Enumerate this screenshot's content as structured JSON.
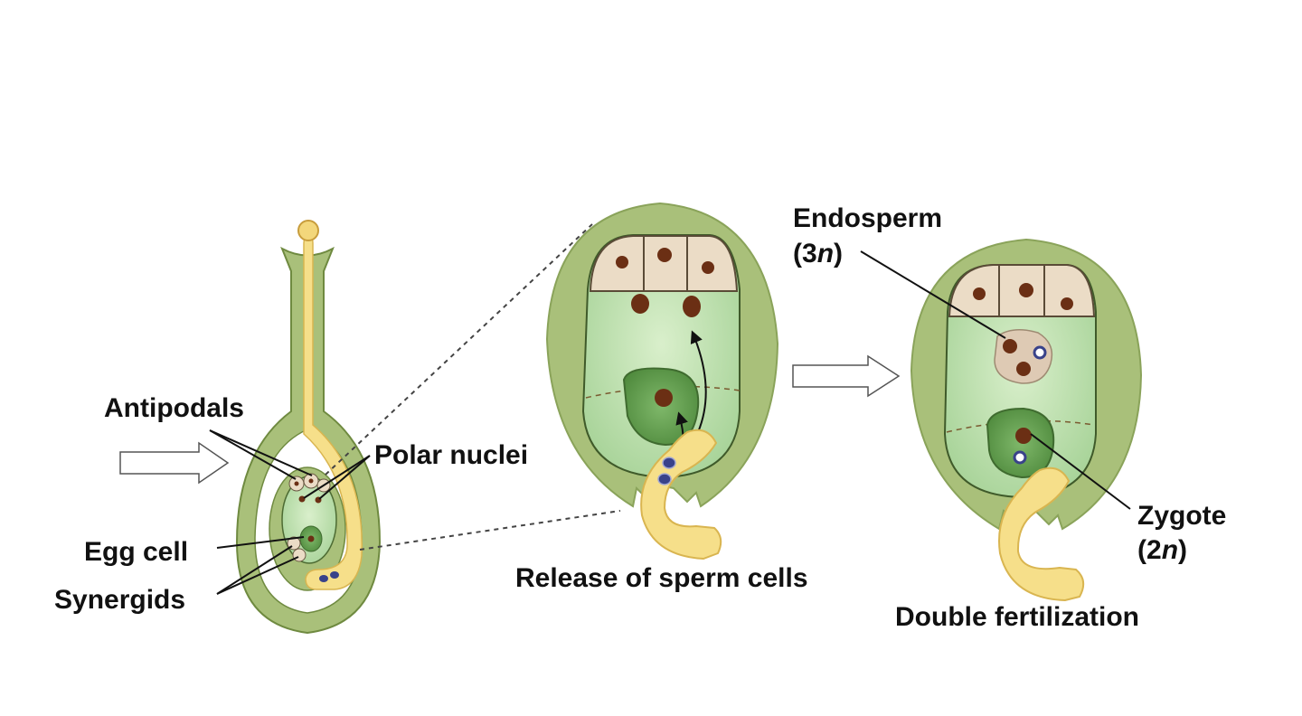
{
  "labels": {
    "antipodals": "Antipodals",
    "polar_nuclei": "Polar nuclei",
    "egg_cell": "Egg cell",
    "synergids": "Synergids",
    "release_of_sperm": "Release of sperm cells",
    "endosperm": "Endosperm",
    "endosperm_ploidy_open": "(3",
    "endosperm_ploidy_n": "n",
    "endosperm_ploidy_close": ")",
    "zygote": "Zygote",
    "zygote_ploidy_open": "(2",
    "zygote_ploidy_n": "n",
    "zygote_ploidy_close": ")",
    "double_fertilization": "Double fertilization"
  },
  "colors": {
    "outer_tissue": "#a9c07a",
    "outer_tissue_edge": "#7f9a4c",
    "embryo_sac": "#bfe0b0",
    "embryo_sac_edge": "#4d6b33",
    "egg_cell": "#5f9d4d",
    "antipodal_cells": "#ebdcc6",
    "nucleus": "#6b2f14",
    "pollen_tube": "#f6df8a",
    "pollen_tube_edge": "#d9b550",
    "sperm_nucleus": "#39428a",
    "endosperm_nucleus": "#decab4"
  }
}
